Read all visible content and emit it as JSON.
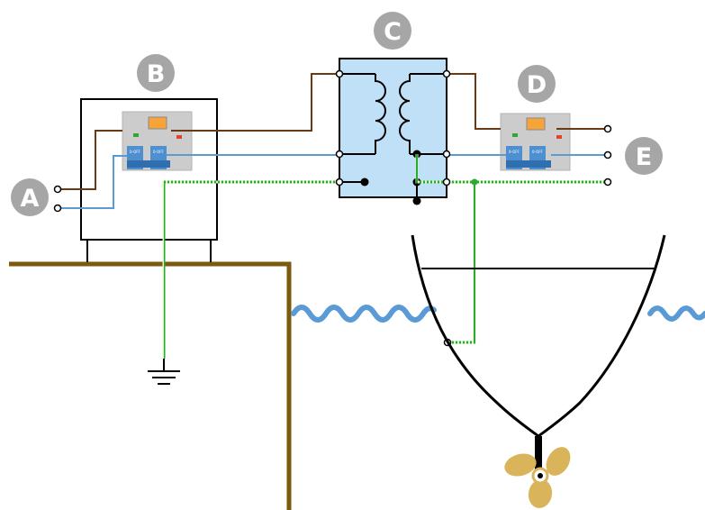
{
  "callouts": {
    "a": "A",
    "b": "B",
    "c": "C",
    "d": "D",
    "e": "E"
  },
  "breaker_b": {
    "switch_1": "0-OFF",
    "switch_2": "0-OFF"
  },
  "breaker_d": {
    "switch_1": "0-OFF",
    "switch_2": "0-OFF"
  },
  "colors": {
    "live_wire": "#6b3a12",
    "neutral_wire": "#5b9bd5",
    "earth_wire": "#2ea82e",
    "transformer_fill": "#bfe0f7",
    "dock": "#7a5a0c",
    "water": "#5b9bd5",
    "propeller": "#d9b45a",
    "callout_circle": "#a6a6a6"
  }
}
